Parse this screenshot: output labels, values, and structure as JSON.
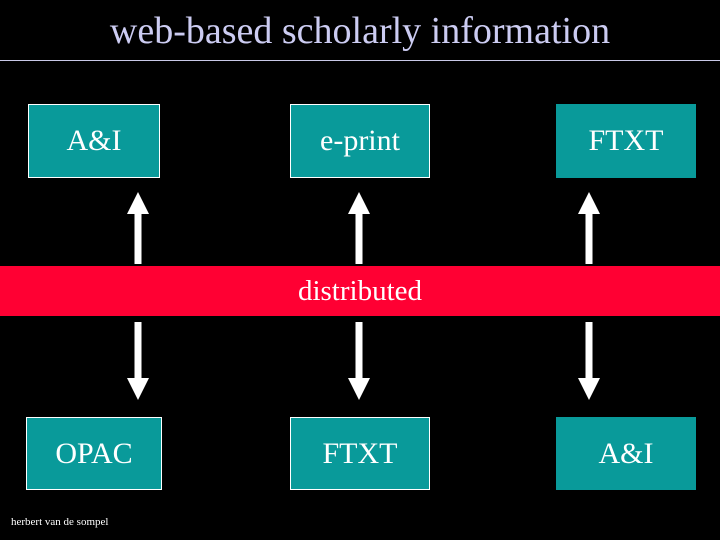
{
  "slide": {
    "title": "web-based scholarly information",
    "footer_credit": "herbert van de sompel",
    "background_color": "#000000",
    "title_color": "#ccccf2",
    "box_color": "#099a9a",
    "band_color": "#ff0033",
    "arrow_color": "#ffffff",
    "text_color": "#ffffff"
  },
  "top_row": {
    "boxes": [
      {
        "label": "A&I",
        "icon": "teal-node-box"
      },
      {
        "label": "e-print",
        "icon": "teal-node-box"
      },
      {
        "label": "FTXT",
        "icon": "teal-node-box"
      }
    ]
  },
  "band": {
    "label": "distributed"
  },
  "bottom_row": {
    "boxes": [
      {
        "label": "OPAC",
        "icon": "teal-node-box"
      },
      {
        "label": "FTXT",
        "icon": "teal-node-box"
      },
      {
        "label": "A&I",
        "icon": "teal-node-box"
      }
    ]
  },
  "arrows": {
    "up": [
      {
        "direction": "up",
        "from": "distributed",
        "to": "A&I"
      },
      {
        "direction": "up",
        "from": "distributed",
        "to": "e-print"
      },
      {
        "direction": "up",
        "from": "distributed",
        "to": "FTXT"
      }
    ],
    "down": [
      {
        "direction": "down",
        "from": "distributed",
        "to": "OPAC"
      },
      {
        "direction": "down",
        "from": "distributed",
        "to": "FTXT"
      },
      {
        "direction": "down",
        "from": "distributed",
        "to": "A&I"
      }
    ]
  }
}
